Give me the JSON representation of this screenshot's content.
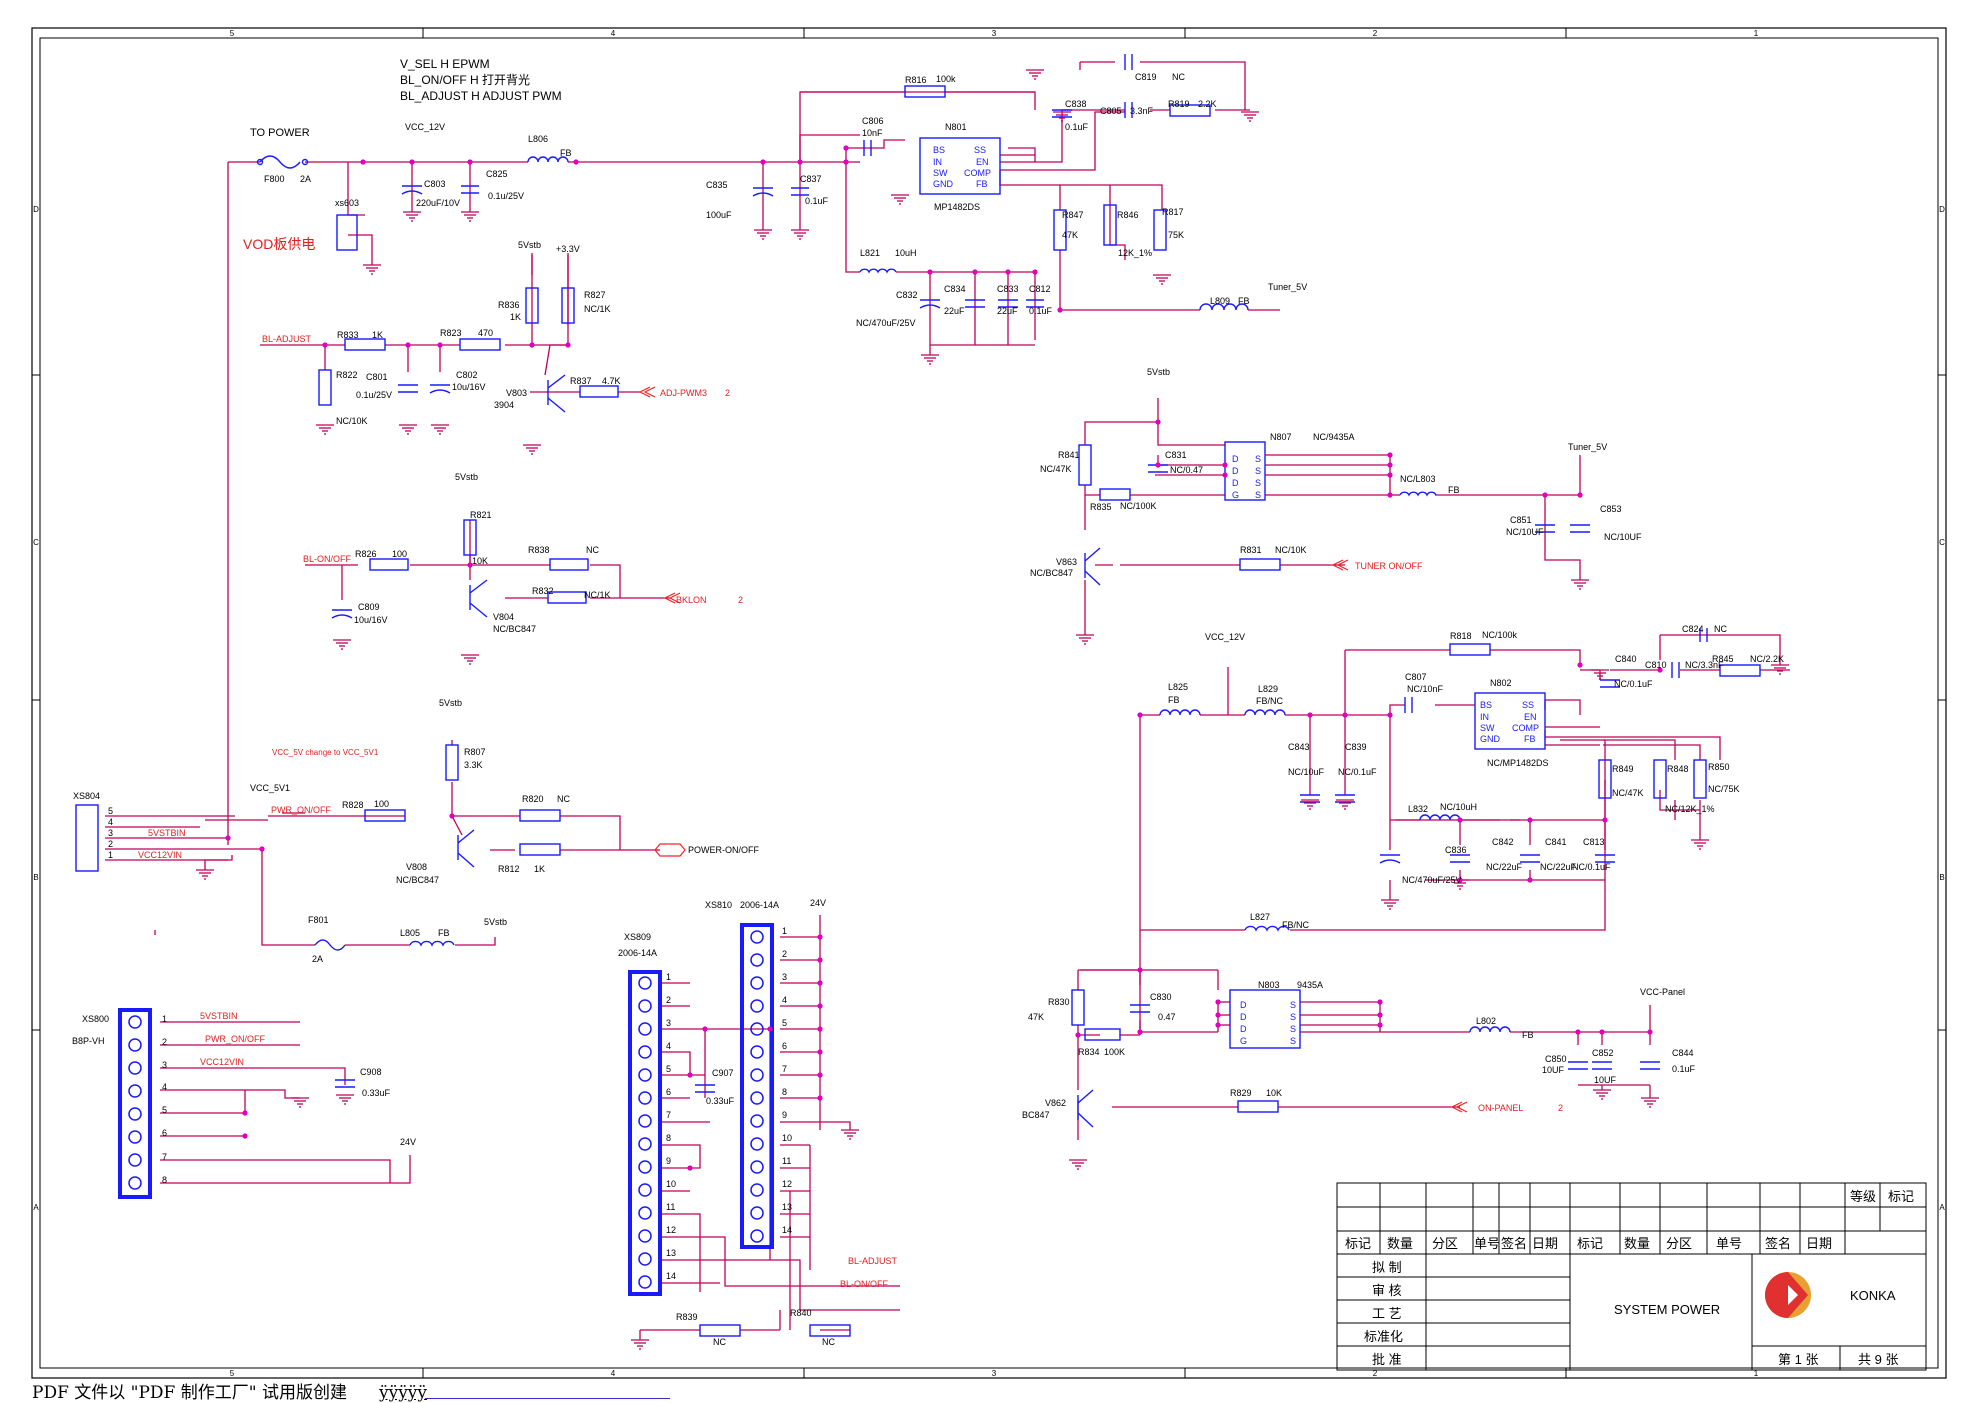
{
  "footer": {
    "text": "PDF 文件以 \"PDF 制作工厂\" 试用版创建",
    "mask": "ÿÿÿÿÿ"
  },
  "border": {
    "cols": [
      "5",
      "4",
      "3",
      "2",
      "1"
    ],
    "rows": [
      "D",
      "C",
      "B",
      "A"
    ]
  },
  "notes": [
    "V_SEL      H  EPWM",
    "BL_ON/OFF  H  打开背光",
    "BL_ADJUST  H  ADJUST PWM"
  ],
  "top_left": {
    "to_power": "TO POWER",
    "f800": "F800",
    "f800_val": "2A",
    "vcc12": "VCC_12V",
    "l806": "L806",
    "l806_val": "FB",
    "c803": "C803",
    "c803_val": "220uF/10V",
    "c825": "C825",
    "c825_val": "0.1u/25V",
    "xs603": "xs603",
    "vod": "VOD板供电"
  },
  "top_mid": {
    "c835": "C835",
    "c835_val": "100uF",
    "c837": "C837",
    "c837_val": "0.1uF",
    "c806": "C806",
    "c806_val": "10nF",
    "r816": "R816",
    "r816_val": "100k",
    "n801": "N801",
    "n801_part": "MP1482DS",
    "pins_left": [
      "BS",
      "IN",
      "SW",
      "GND"
    ],
    "pins_right": [
      "SS",
      "EN",
      "COMP",
      "FB"
    ],
    "c838": "C838",
    "c838_val": "0.1uF",
    "c819": "C819",
    "c819_val": "NC",
    "c805": "C805",
    "c805_val": "3.3nF",
    "r819": "R819",
    "r819_val": "2.2K",
    "r847": "R847",
    "r847_val": "47K",
    "r846": "R846",
    "r846_val": "12K_1%",
    "r817": "R817",
    "r817_val": "75K",
    "l821": "L821",
    "l821_val": "10uH",
    "c832": "C832",
    "c832_val": "NC/470uF/25V",
    "c834": "C834",
    "c834_val": "22uF",
    "c833": "C833",
    "c833_val": "22uF",
    "c812": "C812",
    "c812_val": "0.1uF",
    "l809": "L809",
    "l809_val": "FB",
    "tuner5v": "Tuner_5V"
  },
  "bl": {
    "v5stb": "5Vstb",
    "v33": "+3.3V",
    "r836": "R836",
    "r836_val": "1K",
    "r827": "R827",
    "r827_val": "NC/1K",
    "bl_adjust": "BL-ADJUST",
    "r833": "R833",
    "r833_val": "1K",
    "r823": "R823",
    "r823_val": "470",
    "r822": "R822",
    "r822_val": "NC/10K",
    "c801": "C801",
    "c801_val": "0.1u/25V",
    "c802": "C802",
    "c802_val": "10u/16V",
    "v803": "V803",
    "v803_val": "3904",
    "r837": "R837",
    "r837_val": "4.7K",
    "adj_pwm": "ADJ-PWM3",
    "adj_num": "2",
    "r821": "R821",
    "r821_val": "10K",
    "bl_onoff": "BL-ON/OFF",
    "r826": "R826",
    "r826_val": "100",
    "r838": "R838",
    "r838_val": "NC",
    "r832": "R832",
    "r832_val": "NC/1K",
    "bklon": "BKLON",
    "bklon_num": "2",
    "c809": "C809",
    "c809_val": "10u/16V",
    "v804": "V804",
    "v804_val": "NC/BC847"
  },
  "pwr": {
    "note": "VCC_5V change to VCC_5V1",
    "v5stb": "5Vstb",
    "r807": "R807",
    "r807_val": "3.3K",
    "xs804": "XS804",
    "vcc5v1": "VCC_5V1",
    "pwr_onoff": "PWR_ON/OFF",
    "v5stbin": "5VSTBIN",
    "vcc12vin": "VCC12VIN",
    "r828": "R828",
    "r828_val": "100",
    "r820": "R820",
    "r820_val": "NC",
    "r812": "R812",
    "r812_val": "1K",
    "v808": "V808",
    "v808_val": "NC/BC847",
    "power_onoff": "POWER-ON/OFF",
    "f801": "F801",
    "f801_val": "2A",
    "l805": "L805",
    "l805_val": "FB",
    "v5stb2": "5Vstb",
    "pins5": [
      "5",
      "4",
      "3",
      "2",
      "1"
    ]
  },
  "xs800": {
    "name": "XS800",
    "part": "B8P-VH",
    "pins": [
      "1",
      "2",
      "3",
      "4",
      "5",
      "6",
      "7",
      "8"
    ],
    "v5stbin": "5VSTBIN",
    "pwr_onoff": "PWR_ON/OFF",
    "vcc12vin": "VCC12VIN",
    "c908": "C908",
    "c908_val": "0.33uF",
    "v24": "24V"
  },
  "xs809": {
    "name": "XS809",
    "part": "2006-14A",
    "name2": "XS810",
    "part2": "2006-14A",
    "v24": "24V",
    "pins": [
      "1",
      "2",
      "3",
      "4",
      "5",
      "6",
      "7",
      "8",
      "9",
      "10",
      "11",
      "12",
      "13",
      "14"
    ],
    "c907": "C907",
    "c907_val": "0.33uF",
    "bl_adjust": "BL-ADJUST",
    "bl_onoff": "BL-ON/OFF",
    "r839": "R839",
    "r839_val": "NC",
    "r840": "R840",
    "r840_val": "NC"
  },
  "tuner": {
    "v5stb": "5Vstb",
    "r841": "R841",
    "r841_val": "NC/47K",
    "c831": "C831",
    "c831_val": "NC/0.47",
    "n807": "N807",
    "n807_part": "NC/9435A",
    "r835": "R835",
    "r835_val": "NC/100K",
    "l803": "NC/L803",
    "l803_val": "FB",
    "tuner5v": "Tuner_5V",
    "c851": "C851",
    "c851_val": "NC/10UF",
    "c853": "C853",
    "c853_val": "NC/10UF",
    "v863": "V863",
    "v863_val": "NC/BC847",
    "r831": "R831",
    "r831_val": "NC/10K",
    "tuner_onoff": "TUNER ON/OFF",
    "pins_left": [
      "D",
      "D",
      "D",
      "G"
    ],
    "pins_right": [
      "S",
      "S",
      "S",
      "S"
    ]
  },
  "n802": {
    "vcc12": "VCC_12V",
    "l825": "L825",
    "l825_val": "FB",
    "l829": "L829",
    "l829_val": "FB/NC",
    "c807": "C807",
    "c807_val": "NC/10nF",
    "r818": "R818",
    "r818_val": "NC/100k",
    "n802": "N802",
    "n802_part": "NC/MP1482DS",
    "c840": "C840",
    "c840_val": "NC/0.1uF",
    "c824": "C824",
    "c824_val": "NC",
    "c810": "C810",
    "c810_val": "NC/3.3nF",
    "r845": "R845",
    "r845_val": "NC/2.2K",
    "c843": "C843",
    "c843_val": "NC/10uF",
    "c839": "C839",
    "c839_val": "NC/0.1uF",
    "r849": "R849",
    "r849_val": "NC/47K",
    "r848": "R848",
    "r848_val": "NC/12K_1%",
    "r850": "R850",
    "r850_val": "NC/75K",
    "l832": "L832",
    "l832_val": "NC/10uH",
    "c836": "C836",
    "c836_val": "NC/470uF/25V",
    "c842": "C842",
    "c842_val": "NC/22uF",
    "c841": "C841",
    "c841_val": "NC/22uF",
    "c813": "C813",
    "c813_val": "NC/0.1uF",
    "l827": "L827",
    "l827_val": "FB/NC"
  },
  "panel": {
    "r830": "R830",
    "r830_val": "47K",
    "c830": "C830",
    "c830_val": "0.47",
    "n803": "N803",
    "n803_part": "9435A",
    "r834": "R834",
    "r834_val": "100K",
    "l802": "L802",
    "l802_val": "FB",
    "vcc_panel": "VCC-Panel",
    "c850": "C850",
    "c850_val": "10UF",
    "c852": "C852",
    "c852_val": "10UF",
    "c844": "C844",
    "c844_val": "0.1uF",
    "v862": "V862",
    "v862_val": "BC847",
    "r829": "R829",
    "r829_val": "10K",
    "on_panel": "ON-PANEL",
    "on_panel_num": "2"
  },
  "title_block": {
    "grade": "等级",
    "mark": "标记",
    "header": [
      "标记",
      "数量",
      "分区",
      "单号",
      "签名",
      "日期",
      "标记",
      "数量",
      "分区",
      "单号",
      "签名",
      "日期"
    ],
    "roles": [
      "拟 制",
      "审 核",
      "工 艺",
      "标准化",
      "批 准"
    ],
    "title": "SYSTEM POWER",
    "company": "KONKA",
    "sheet": "第 1 张",
    "total": "共 9 张"
  }
}
